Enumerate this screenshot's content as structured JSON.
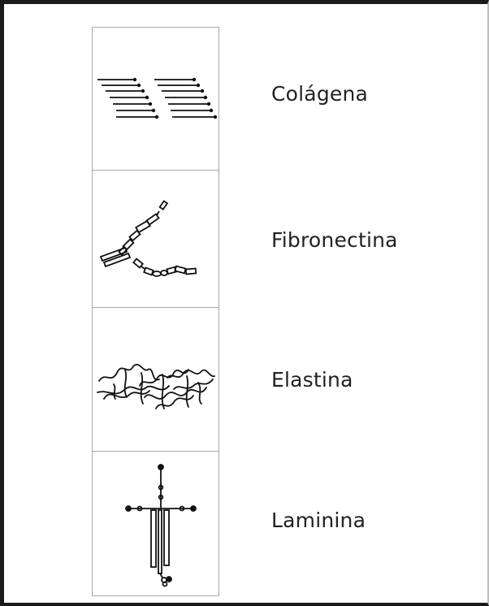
{
  "rows": [
    {
      "label": "Colágena",
      "icon": "collagen-fibers-icon"
    },
    {
      "label": "Fibronectina",
      "icon": "fibronectin-chain-icon"
    },
    {
      "label": "Elastina",
      "icon": "elastin-network-icon"
    },
    {
      "label": "Laminina",
      "icon": "laminin-cross-icon"
    }
  ],
  "colors": {
    "border": "#a8a8a8",
    "stroke": "#111111",
    "text": "#222222"
  }
}
